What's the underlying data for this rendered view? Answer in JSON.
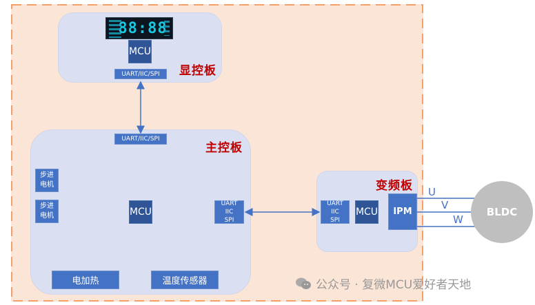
{
  "diagram": {
    "display_board": {
      "title": "显控板",
      "lcd_text": "88:88",
      "mcu_label": "MCU",
      "interface_label": "UART/IIC/SPI"
    },
    "main_board": {
      "title": "主控板",
      "interface_top_label": "UART/IIC/SPI",
      "stepper_motor_1": [
        "步进",
        "电机"
      ],
      "stepper_motor_2": [
        "步进",
        "电机"
      ],
      "mcu_label": "MCU",
      "interface_right": [
        "UART",
        "IIC",
        "SPI"
      ],
      "heater_label": "电加热",
      "temp_sensor_label": "温度传感器"
    },
    "inverter_board": {
      "title": "变频板",
      "interface": [
        "UART",
        "IIC",
        "SPI"
      ],
      "mcu_label": "MCU",
      "ipm_label": "IPM"
    },
    "motor": {
      "label": "BLDC",
      "phases": [
        "U",
        "V",
        "W"
      ]
    },
    "connections": [
      {
        "from": "display_board.interface",
        "to": "main_board.interface_top",
        "type": "bidirectional"
      },
      {
        "from": "main_board.interface_right",
        "to": "inverter_board.interface",
        "type": "bidirectional"
      },
      {
        "from": "inverter_board.ipm",
        "to": "motor",
        "type": "three-phase"
      }
    ]
  },
  "watermark": {
    "icon": "wechat-icon",
    "text": "公众号 · 复微MCU爱好者天地"
  },
  "colors": {
    "outer_bg": "#fbe5d6",
    "outer_border": "#f4b183",
    "board_bg": "#dae0f2",
    "block": "#4472c4",
    "mcu_block": "#2f5597",
    "title": "#c00000",
    "motor": "#bfbfbf"
  }
}
